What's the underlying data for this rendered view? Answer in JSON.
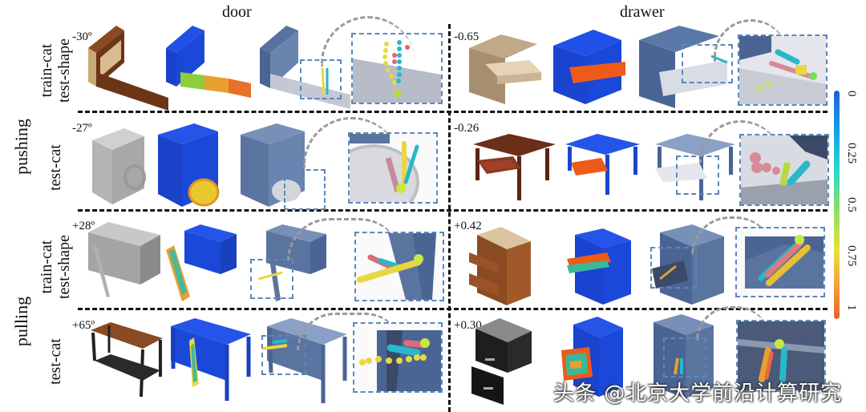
{
  "columns": [
    {
      "label": "door"
    },
    {
      "label": "drawer"
    }
  ],
  "groups": [
    {
      "label": "pushing",
      "rows": [
        {
          "label_lines": [
            "train-cat",
            "test-shape"
          ]
        },
        {
          "label_lines": [
            "test-cat"
          ]
        }
      ]
    },
    {
      "label": "pulling",
      "rows": [
        {
          "label_lines": [
            "train-cat",
            "test-shape"
          ]
        },
        {
          "label_lines": [
            "test-cat"
          ]
        }
      ]
    }
  ],
  "rows": [
    {
      "door": {
        "angle": "-30º",
        "object": "bookshelf-door"
      },
      "drawer": {
        "angle": "-0.65",
        "object": "cabinet-drawer"
      }
    },
    {
      "door": {
        "angle": "-27º",
        "object": "washing-machine"
      },
      "drawer": {
        "angle": "-0.26",
        "object": "desk-drawer"
      }
    },
    {
      "door": {
        "angle": "+28º",
        "object": "microwave"
      },
      "drawer": {
        "angle": "+0.42",
        "object": "dresser-drawers"
      }
    },
    {
      "door": {
        "angle": "+65º",
        "object": "sideboard-table"
      },
      "drawer": {
        "angle": "+0.30",
        "object": "black-drawer-cabinet"
      }
    }
  ],
  "colorbar": {
    "ticks": [
      "0",
      "0.25",
      "0.5",
      "0.75",
      "1"
    ],
    "colors": [
      "#1f5fd6",
      "#16a8e8",
      "#7be26a",
      "#e8e03a",
      "#e8622a"
    ]
  },
  "colors": {
    "actionable_low": "#1a4fe0",
    "actionable_high": "#e8622a",
    "gray_model": "#6f86a8",
    "zoom_box": "#5b88b8"
  },
  "watermark": "头条 @北京大学前沿计算研究"
}
